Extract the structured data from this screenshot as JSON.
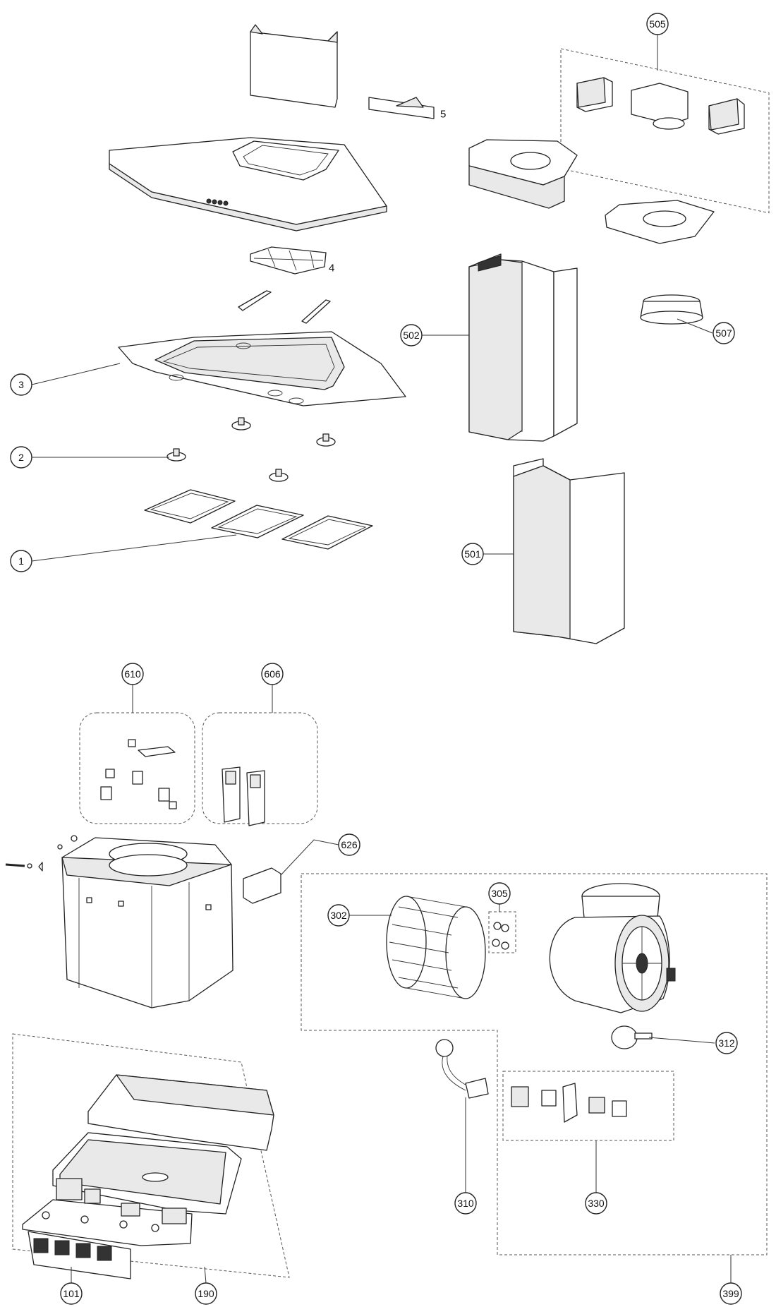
{
  "diagram": {
    "callouts": [
      "505",
      "502",
      "507",
      "501",
      "3",
      "2",
      "1",
      "610",
      "606",
      "626",
      "302",
      "305",
      "312",
      "310",
      "330",
      "101",
      "190",
      "399"
    ],
    "plain_labels": [
      "5",
      "4"
    ]
  }
}
